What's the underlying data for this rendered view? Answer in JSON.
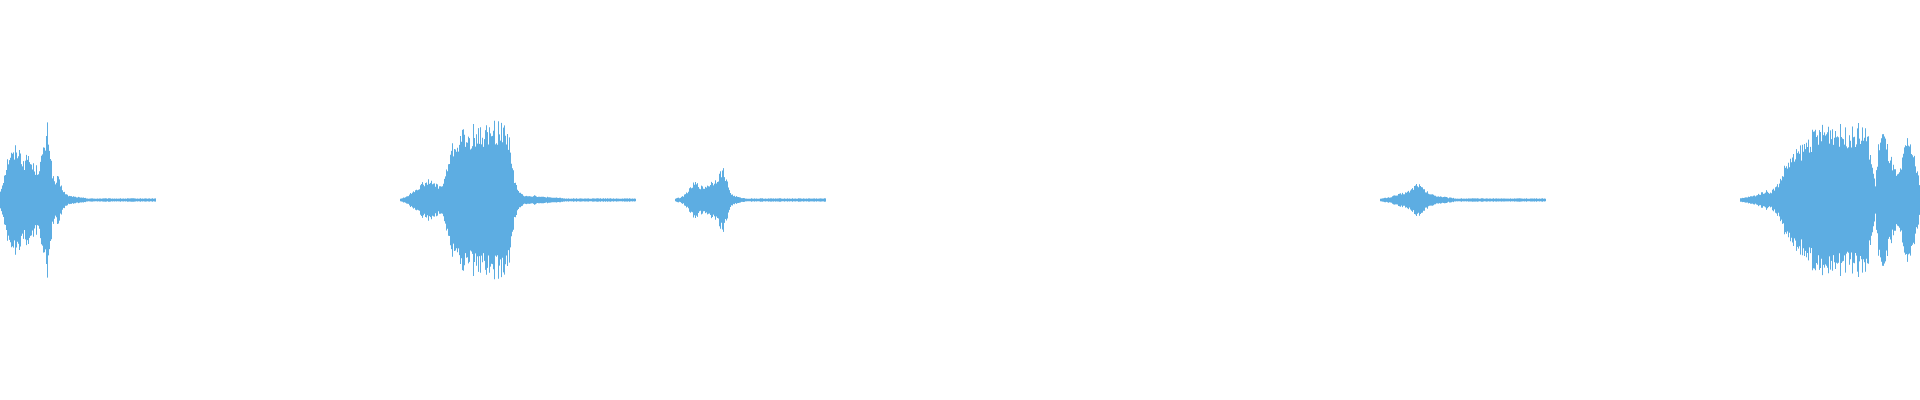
{
  "waveform": {
    "color": "#5dade2",
    "segments": [
      {
        "name": "segment-1",
        "peaks": [
          0.12,
          0.25,
          0.4,
          0.55,
          0.62,
          0.58,
          0.66,
          0.7,
          0.6,
          0.55,
          0.48,
          0.62,
          0.5,
          0.45,
          0.42,
          0.4,
          0.52,
          0.6,
          0.75,
          0.95,
          0.62,
          0.3,
          0.22,
          0.3,
          0.2,
          0.14,
          0.08,
          0.06,
          0.05,
          0.05,
          0.04,
          0.04,
          0.03,
          0.03,
          0.03,
          0.02,
          0.02,
          0.02,
          0.02,
          0.02,
          0.02,
          0.02,
          0.02,
          0.02,
          0.02,
          0.02,
          0.02,
          0.02,
          0.02,
          0.02,
          0.02,
          0.02,
          0.02,
          0.02,
          0.02,
          0.02,
          0.02,
          0.02,
          0.02,
          0.02,
          0.02,
          0.02,
          0.02
        ]
      },
      {
        "name": "segment-2",
        "peaks": [
          0.02,
          0.03,
          0.05,
          0.08,
          0.12,
          0.15,
          0.18,
          0.22,
          0.25,
          0.24,
          0.22,
          0.2,
          0.18,
          0.2,
          0.35,
          0.55,
          0.68,
          0.72,
          0.8,
          0.85,
          0.82,
          0.78,
          0.88,
          0.9,
          0.85,
          0.86,
          0.92,
          0.88,
          0.9,
          0.95,
          0.92,
          0.96,
          0.9,
          0.88,
          0.6,
          0.25,
          0.12,
          0.08,
          0.06,
          0.06,
          0.05,
          0.06,
          0.05,
          0.04,
          0.04,
          0.04,
          0.03,
          0.03,
          0.03,
          0.03,
          0.02,
          0.02,
          0.02,
          0.02,
          0.02,
          0.02,
          0.02,
          0.02,
          0.02,
          0.02,
          0.02,
          0.02,
          0.02,
          0.02,
          0.02,
          0.02,
          0.02,
          0.02,
          0.02,
          0.02,
          0.02,
          0.02,
          0.02
        ]
      },
      {
        "name": "segment-3",
        "peaks": [
          0.02,
          0.03,
          0.03,
          0.05,
          0.08,
          0.12,
          0.15,
          0.2,
          0.22,
          0.2,
          0.18,
          0.16,
          0.18,
          0.2,
          0.22,
          0.24,
          0.26,
          0.3,
          0.35,
          0.4,
          0.32,
          0.2,
          0.1,
          0.06,
          0.05,
          0.04,
          0.03,
          0.03,
          0.02,
          0.02,
          0.02,
          0.02,
          0.02,
          0.02,
          0.02,
          0.02,
          0.02,
          0.02,
          0.02,
          0.02,
          0.02,
          0.02,
          0.02,
          0.02,
          0.02,
          0.02,
          0.02,
          0.02,
          0.02,
          0.02,
          0.02,
          0.02,
          0.02,
          0.02,
          0.02,
          0.02,
          0.02,
          0.02,
          0.02,
          0.02,
          0.02
        ]
      },
      {
        "name": "segment-4",
        "peaks": [
          0.02,
          0.02,
          0.03,
          0.03,
          0.04,
          0.05,
          0.06,
          0.07,
          0.08,
          0.09,
          0.1,
          0.11,
          0.13,
          0.16,
          0.2,
          0.22,
          0.18,
          0.15,
          0.12,
          0.1,
          0.08,
          0.07,
          0.06,
          0.05,
          0.05,
          0.04,
          0.04,
          0.03,
          0.03,
          0.03,
          0.02,
          0.02,
          0.02,
          0.02,
          0.02,
          0.02,
          0.02,
          0.02,
          0.02,
          0.02,
          0.02,
          0.02,
          0.02,
          0.02,
          0.02,
          0.02,
          0.02,
          0.02,
          0.02,
          0.02,
          0.02,
          0.02,
          0.02,
          0.02,
          0.02,
          0.02,
          0.02,
          0.02,
          0.02,
          0.02,
          0.02,
          0.02,
          0.02,
          0.02,
          0.02,
          0.02,
          0.02
        ]
      },
      {
        "name": "segment-5",
        "peaks": [
          0.02,
          0.03,
          0.04,
          0.05,
          0.06,
          0.08,
          0.1,
          0.12,
          0.1,
          0.15,
          0.2,
          0.3,
          0.45,
          0.5,
          0.55,
          0.6,
          0.66,
          0.7,
          0.78,
          0.82,
          0.85,
          0.88,
          0.9,
          0.92,
          0.95,
          0.93,
          0.9,
          0.88,
          0.86,
          0.9,
          0.85,
          0.92,
          0.88,
          0.9,
          0.8,
          0.5,
          0.2,
          0.8,
          0.88,
          0.7,
          0.55,
          0.4,
          0.3,
          0.45,
          0.7,
          0.82,
          0.6,
          0.4,
          0.2
        ]
      }
    ]
  }
}
